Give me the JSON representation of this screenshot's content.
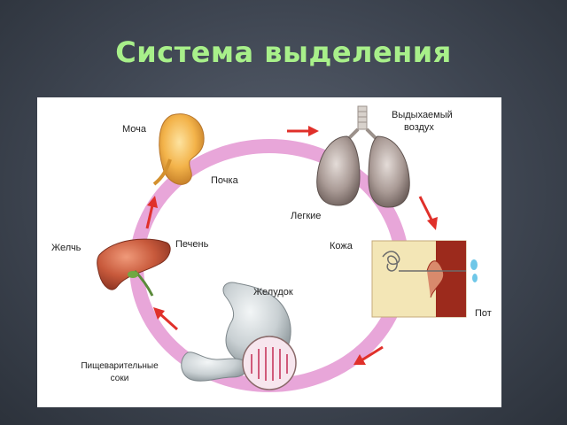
{
  "slide": {
    "title": "Система выделения"
  },
  "diagram": {
    "labels": {
      "urine": "Моча",
      "kidney": "Почка",
      "exhaled_air_line1": "Выдыхаемый",
      "exhaled_air_line2": "воздух",
      "lungs": "Легкие",
      "skin": "Кожа",
      "sweat": "Пот",
      "stomach": "Желудок",
      "digestive_juices_line1": "Пищеварительные",
      "digestive_juices_line2": "соки",
      "bile": "Желчь",
      "liver": "Печень"
    },
    "colors": {
      "cycle_ring": "#e8a6d9",
      "arrows": "#e0302a",
      "kidney": "#f3b34a",
      "lungs": "#9a8a86",
      "liver": "#c85a3c",
      "stomach": "#c9d0d3",
      "skin_tissue": "#9c2a1c"
    }
  }
}
